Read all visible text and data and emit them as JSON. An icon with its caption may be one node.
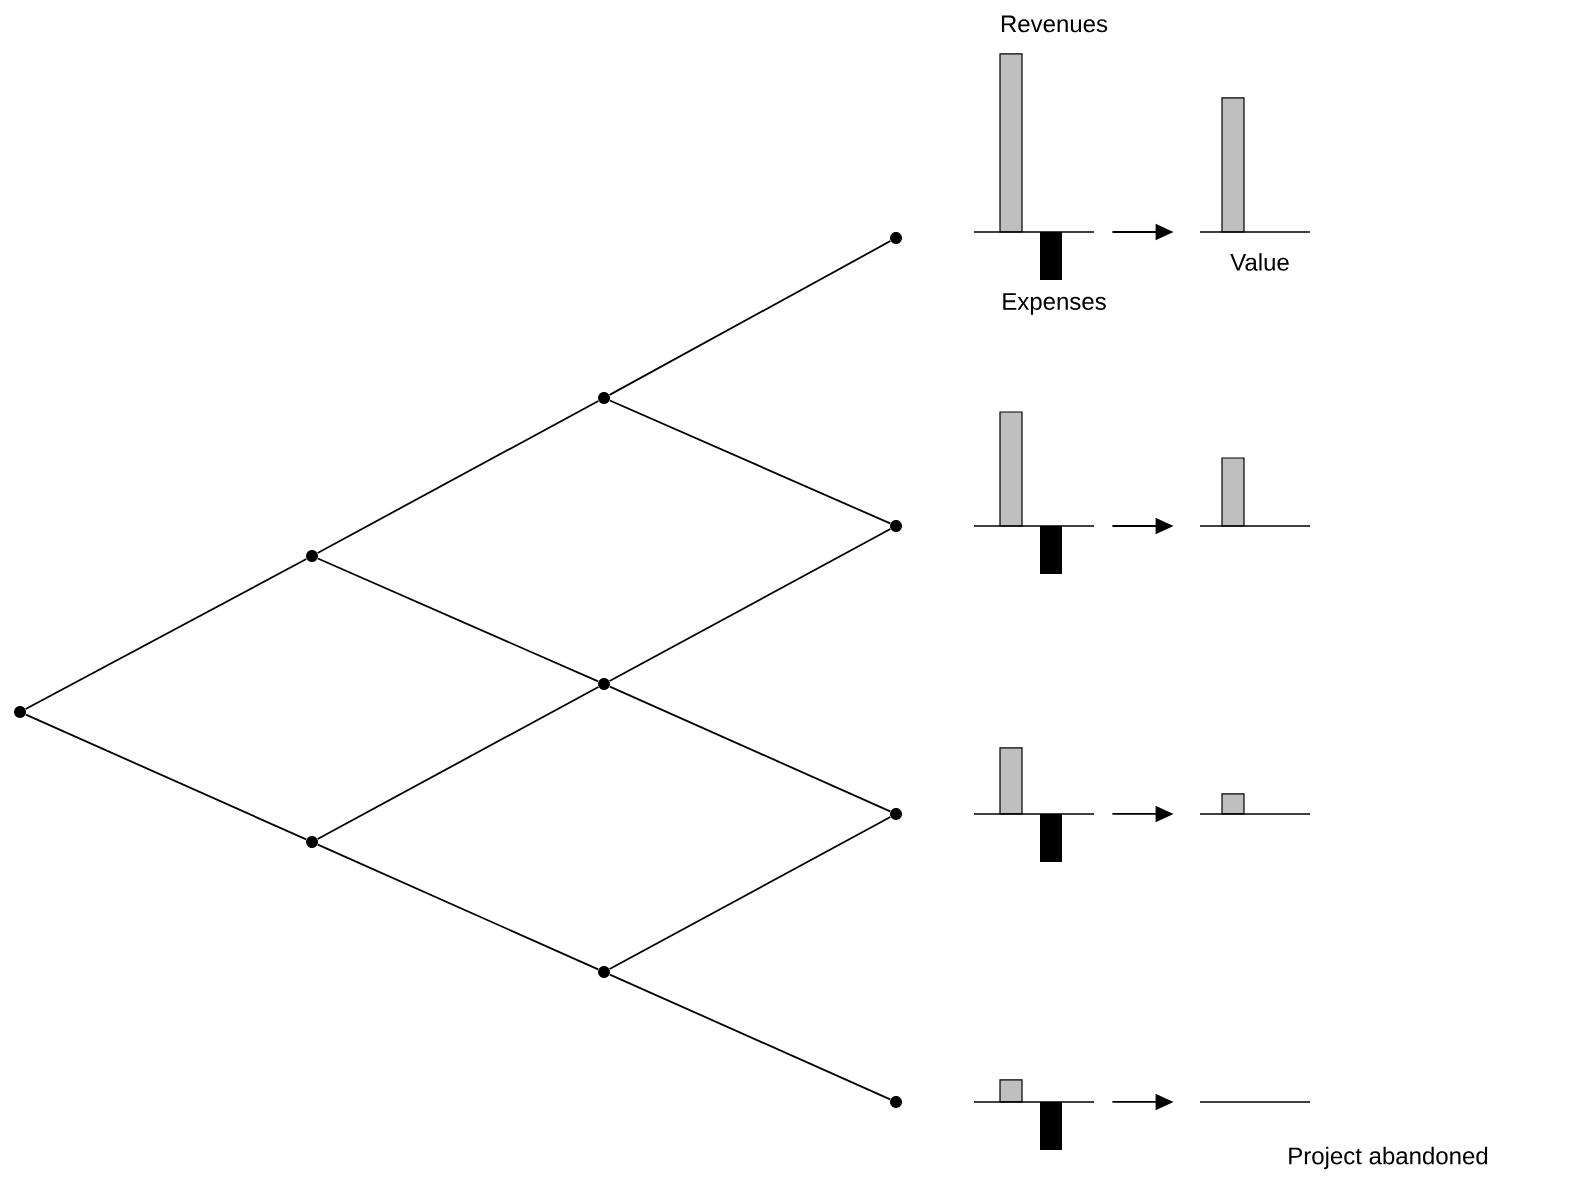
{
  "diagram": {
    "nodes": [
      {
        "text": [],
        "shape": "circle"
      },
      {
        "text": [],
        "shape": "circle"
      },
      {
        "text": [],
        "shape": "circle"
      },
      {
        "text": [],
        "shape": "circle"
      },
      {
        "text": [],
        "shape": "circle"
      },
      {
        "text": [],
        "shape": "circle"
      },
      {
        "text": [],
        "shape": "circle"
      },
      {
        "text": [],
        "shape": "circle"
      },
      {
        "text": [],
        "shape": "circle"
      },
      {
        "text": [],
        "shape": "circle"
      },
      {
        "text": [],
        "shape": "picture",
        "beside": [
          "Revenues",
          "Expenses"
        ]
      },
      {
        "text": [],
        "shape": "picture",
        "beside": [
          "Value"
        ]
      },
      {
        "text": [],
        "shape": "picture"
      },
      {
        "text": [],
        "shape": "picture"
      },
      {
        "text": [],
        "shape": "picture"
      },
      {
        "text": [],
        "shape": "picture"
      },
      {
        "text": [],
        "shape": "picture"
      },
      {
        "text": [],
        "shape": "picture",
        "beside": [
          "Project abandoned"
        ]
      }
    ],
    "edges": [
      {
        "from": 0,
        "to": 1,
        "arrow": "none"
      },
      {
        "from": 0,
        "to": 2,
        "arrow": "none"
      },
      {
        "from": 1,
        "to": 3,
        "arrow": "none"
      },
      {
        "from": 1,
        "to": 4,
        "arrow": "none"
      },
      {
        "from": 2,
        "to": 4,
        "arrow": "none"
      },
      {
        "from": 2,
        "to": 5,
        "arrow": "none"
      },
      {
        "from": 3,
        "to": 6,
        "arrow": "none"
      },
      {
        "from": 3,
        "to": 7,
        "arrow": "none"
      },
      {
        "from": 4,
        "to": 7,
        "arrow": "none"
      },
      {
        "from": 4,
        "to": 8,
        "arrow": "none"
      },
      {
        "from": 5,
        "to": 8,
        "arrow": "none"
      },
      {
        "from": 5,
        "to": 9,
        "arrow": "none"
      },
      {
        "from": 10,
        "to": 11,
        "arrow": "to"
      },
      {
        "from": 12,
        "to": 13,
        "arrow": "to"
      },
      {
        "from": 14,
        "to": 15,
        "arrow": "to"
      },
      {
        "from": 16,
        "to": 17,
        "arrow": "to"
      }
    ]
  }
}
